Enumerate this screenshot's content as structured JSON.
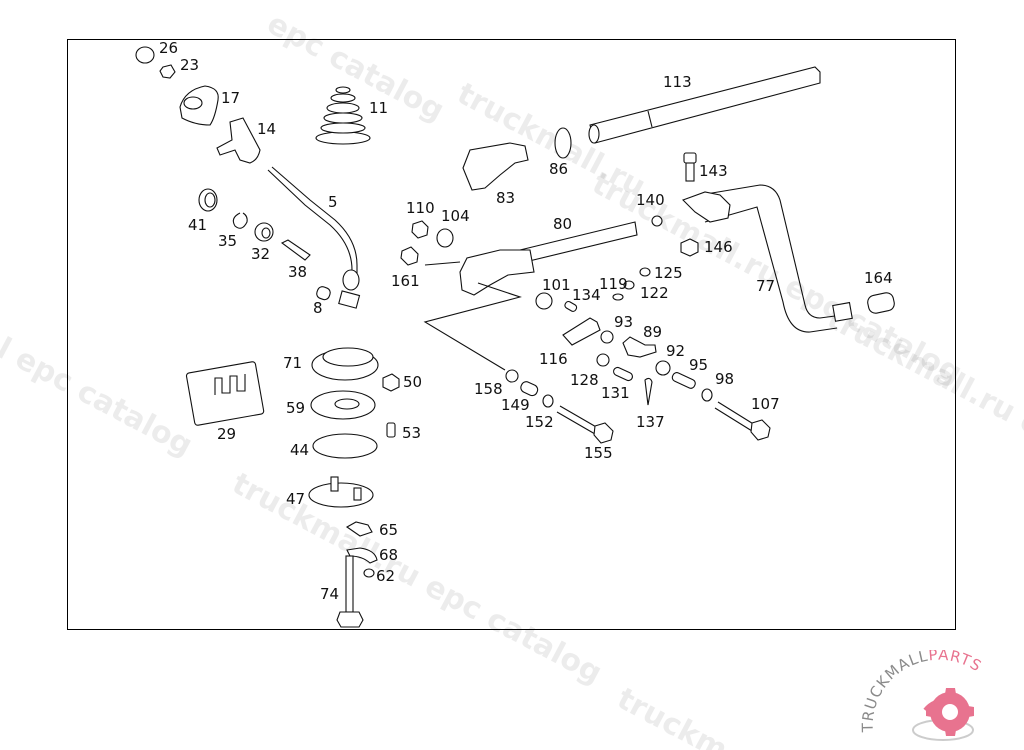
{
  "watermark": {
    "text": "truckmall.ru epc catalog",
    "fragments": [
      "epc catalog",
      "truckmall.ru",
      "truckmall.ru epc catalog",
      "l epc catalog",
      "truckmall.ru epc catalog",
      "truckmall.ru e",
      "truckm"
    ]
  },
  "diagram": {
    "title": "Gear shift linkage exploded view",
    "part_labels": [
      {
        "id": "26",
        "text": "26"
      },
      {
        "id": "23",
        "text": "23"
      },
      {
        "id": "17",
        "text": "17"
      },
      {
        "id": "14",
        "text": "14"
      },
      {
        "id": "11",
        "text": "11"
      },
      {
        "id": "5",
        "text": "5"
      },
      {
        "id": "41",
        "text": "41"
      },
      {
        "id": "35",
        "text": "35"
      },
      {
        "id": "32",
        "text": "32"
      },
      {
        "id": "38",
        "text": "38"
      },
      {
        "id": "8",
        "text": "8"
      },
      {
        "id": "71",
        "text": "71"
      },
      {
        "id": "50",
        "text": "50"
      },
      {
        "id": "59",
        "text": "59"
      },
      {
        "id": "29",
        "text": "29"
      },
      {
        "id": "53",
        "text": "53"
      },
      {
        "id": "44",
        "text": "44"
      },
      {
        "id": "47",
        "text": "47"
      },
      {
        "id": "65",
        "text": "65"
      },
      {
        "id": "68",
        "text": "68"
      },
      {
        "id": "62",
        "text": "62"
      },
      {
        "id": "74",
        "text": "74"
      },
      {
        "id": "83",
        "text": "83"
      },
      {
        "id": "86",
        "text": "86"
      },
      {
        "id": "113",
        "text": "113"
      },
      {
        "id": "110",
        "text": "110"
      },
      {
        "id": "104",
        "text": "104"
      },
      {
        "id": "161",
        "text": "161"
      },
      {
        "id": "80",
        "text": "80"
      },
      {
        "id": "101",
        "text": "101"
      },
      {
        "id": "134",
        "text": "134"
      },
      {
        "id": "119",
        "text": "119"
      },
      {
        "id": "122",
        "text": "122"
      },
      {
        "id": "125",
        "text": "125"
      },
      {
        "id": "140",
        "text": "140"
      },
      {
        "id": "143",
        "text": "143"
      },
      {
        "id": "146",
        "text": "146"
      },
      {
        "id": "77",
        "text": "77"
      },
      {
        "id": "164",
        "text": "164"
      },
      {
        "id": "116",
        "text": "116"
      },
      {
        "id": "93",
        "text": "93"
      },
      {
        "id": "89",
        "text": "89"
      },
      {
        "id": "92",
        "text": "92"
      },
      {
        "id": "95",
        "text": "95"
      },
      {
        "id": "98",
        "text": "98"
      },
      {
        "id": "107",
        "text": "107"
      },
      {
        "id": "128",
        "text": "128"
      },
      {
        "id": "131",
        "text": "131"
      },
      {
        "id": "137",
        "text": "137"
      },
      {
        "id": "158",
        "text": "158"
      },
      {
        "id": "149",
        "text": "149"
      },
      {
        "id": "152",
        "text": "152"
      },
      {
        "id": "155",
        "text": "155"
      }
    ]
  },
  "logo": {
    "text_left": "TRUCKMALL",
    "text_right": "PARTS",
    "brand_color": "#e8738f",
    "gray_color": "#8a8a8a"
  }
}
